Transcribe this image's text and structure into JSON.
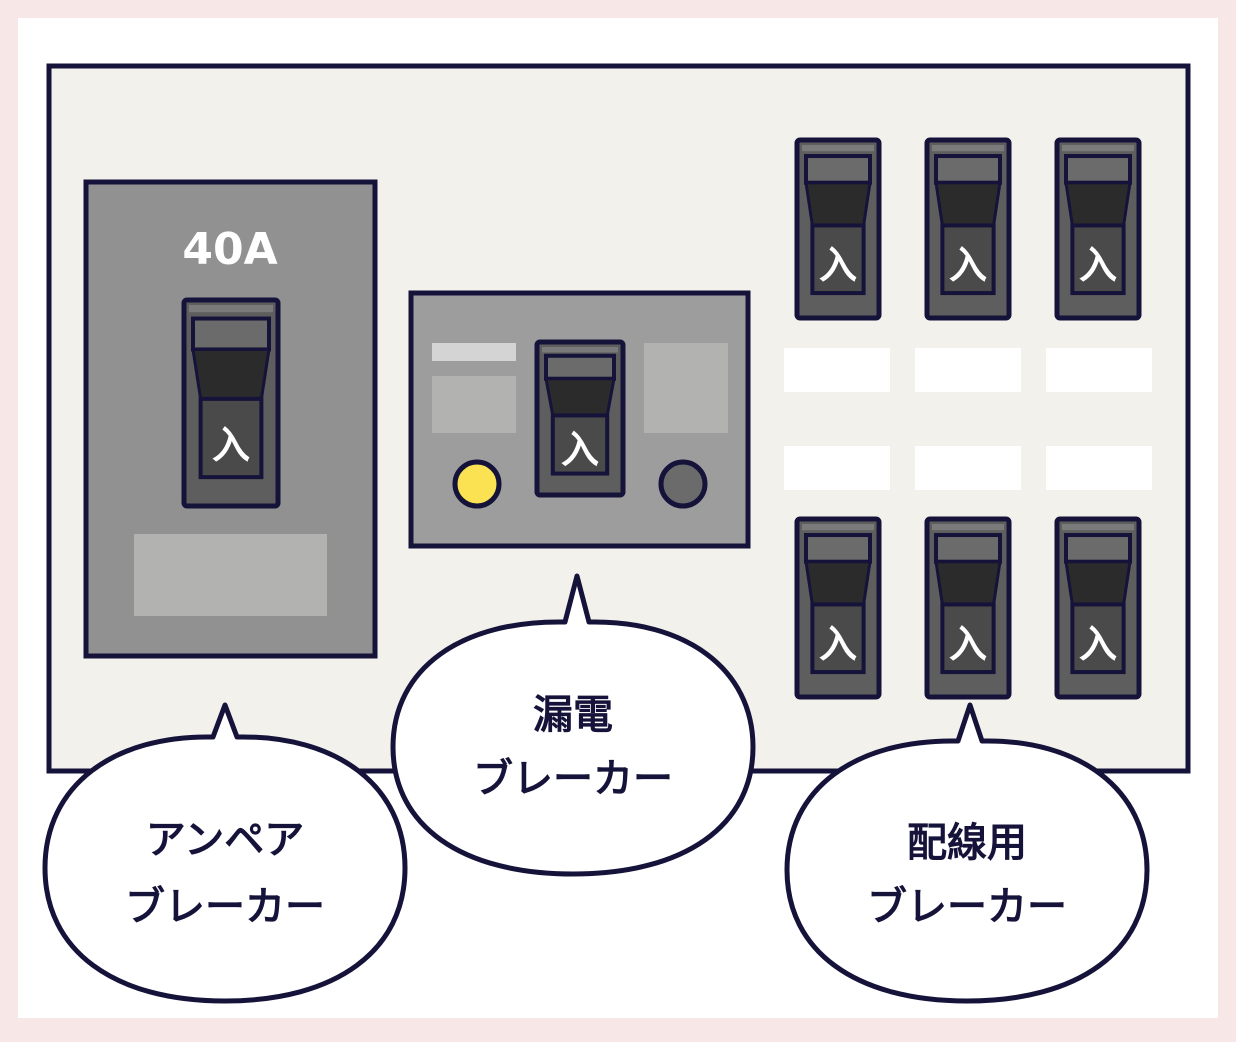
{
  "diagram": {
    "title": "Distribution board breakers",
    "colors": {
      "page_bg": "#f8e7e7",
      "card_bg": "#ffffff",
      "panel_bg": "#f2f1eb",
      "outline": "#15133a",
      "breaker_gray": "#909190",
      "earth_leakage_gray": "#9d9d9d",
      "label_plate": "#b2b3b1",
      "switch_body": "#5e5e5e",
      "switch_top": "#6b6b6b",
      "switch_handle_dark": "#2b2b2b",
      "switch_handle_face": "#4a4a4a",
      "indicator_on": "#fbe253",
      "indicator_off": "#6b6b6b",
      "blank_label": "#ffffff",
      "switch_text": "#ffffff"
    },
    "ampere_breaker": {
      "rating": "40A",
      "switch_label": "入",
      "state": "on"
    },
    "earth_leakage_breaker": {
      "switch_label": "入",
      "state": "on",
      "indicators": [
        {
          "name": "test-indicator",
          "color": "yellow"
        },
        {
          "name": "reset-button",
          "color": "gray"
        }
      ]
    },
    "branch_breakers": {
      "top_row": [
        {
          "switch_label": "入",
          "state": "on"
        },
        {
          "switch_label": "入",
          "state": "on"
        },
        {
          "switch_label": "入",
          "state": "on"
        }
      ],
      "bottom_row": [
        {
          "switch_label": "入",
          "state": "on"
        },
        {
          "switch_label": "入",
          "state": "on"
        },
        {
          "switch_label": "入",
          "state": "on"
        }
      ],
      "blank_label_rows": 2
    },
    "callouts": [
      {
        "id": "ampere",
        "lines": [
          "アンペア",
          "ブレーカー"
        ]
      },
      {
        "id": "earth-leakage",
        "lines": [
          "漏電",
          "ブレーカー"
        ]
      },
      {
        "id": "wiring",
        "lines": [
          "配線用",
          "ブレーカー"
        ]
      }
    ]
  }
}
